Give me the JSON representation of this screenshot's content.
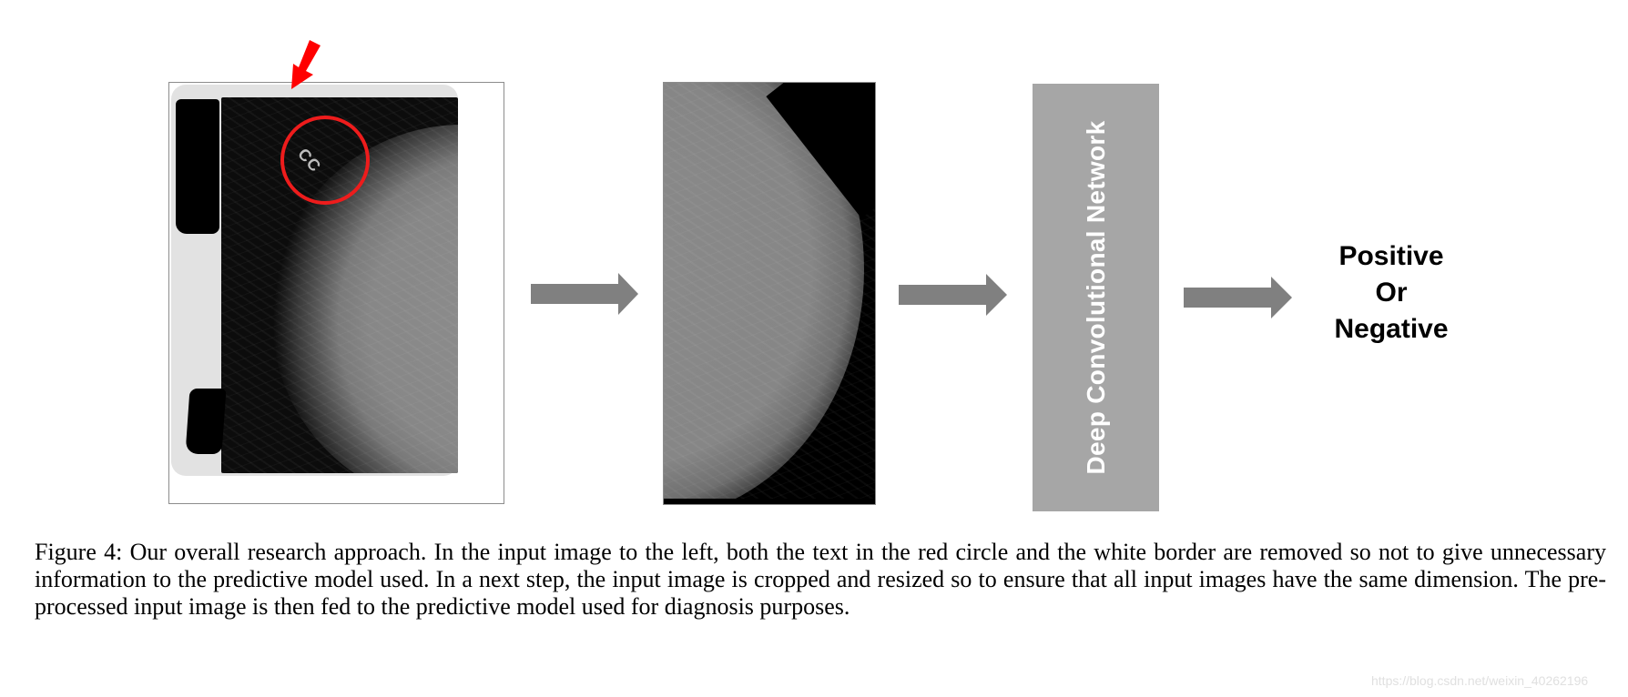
{
  "figure": {
    "input_image": {
      "alt": "Original mammogram (CC view) with white border and redacted labels",
      "marker_text": "CC",
      "annotation": {
        "circle_color": "#ee1c1c",
        "pointer_color": "#ff0000"
      }
    },
    "processed_image": {
      "alt": "Cropped and resized pre-processed mammogram"
    },
    "arrows": [
      {
        "id": "input-to-processed",
        "color": "#808080"
      },
      {
        "id": "processed-to-model",
        "color": "#808080"
      },
      {
        "id": "model-to-output",
        "color": "#808080"
      }
    ],
    "model_block": {
      "label": "Deep Convolutional Network",
      "fill": "#a6a6a6",
      "text_color": "#ffffff"
    },
    "output": {
      "lines": [
        "Positive",
        "Or",
        "Negative"
      ]
    }
  },
  "caption": {
    "text": "Figure 4: Our overall research approach. In the input image to the left, both the text in the red circle and the white border are removed so not to give unnecessary information to the predictive model used. In a next step, the input image is cropped and resized so to ensure that all input images have the same dimension. The pre-processed input image is then fed to the predictive model used for diagnosis purposes."
  },
  "watermark": {
    "text": "https://blog.csdn.net/weixin_40262196"
  }
}
